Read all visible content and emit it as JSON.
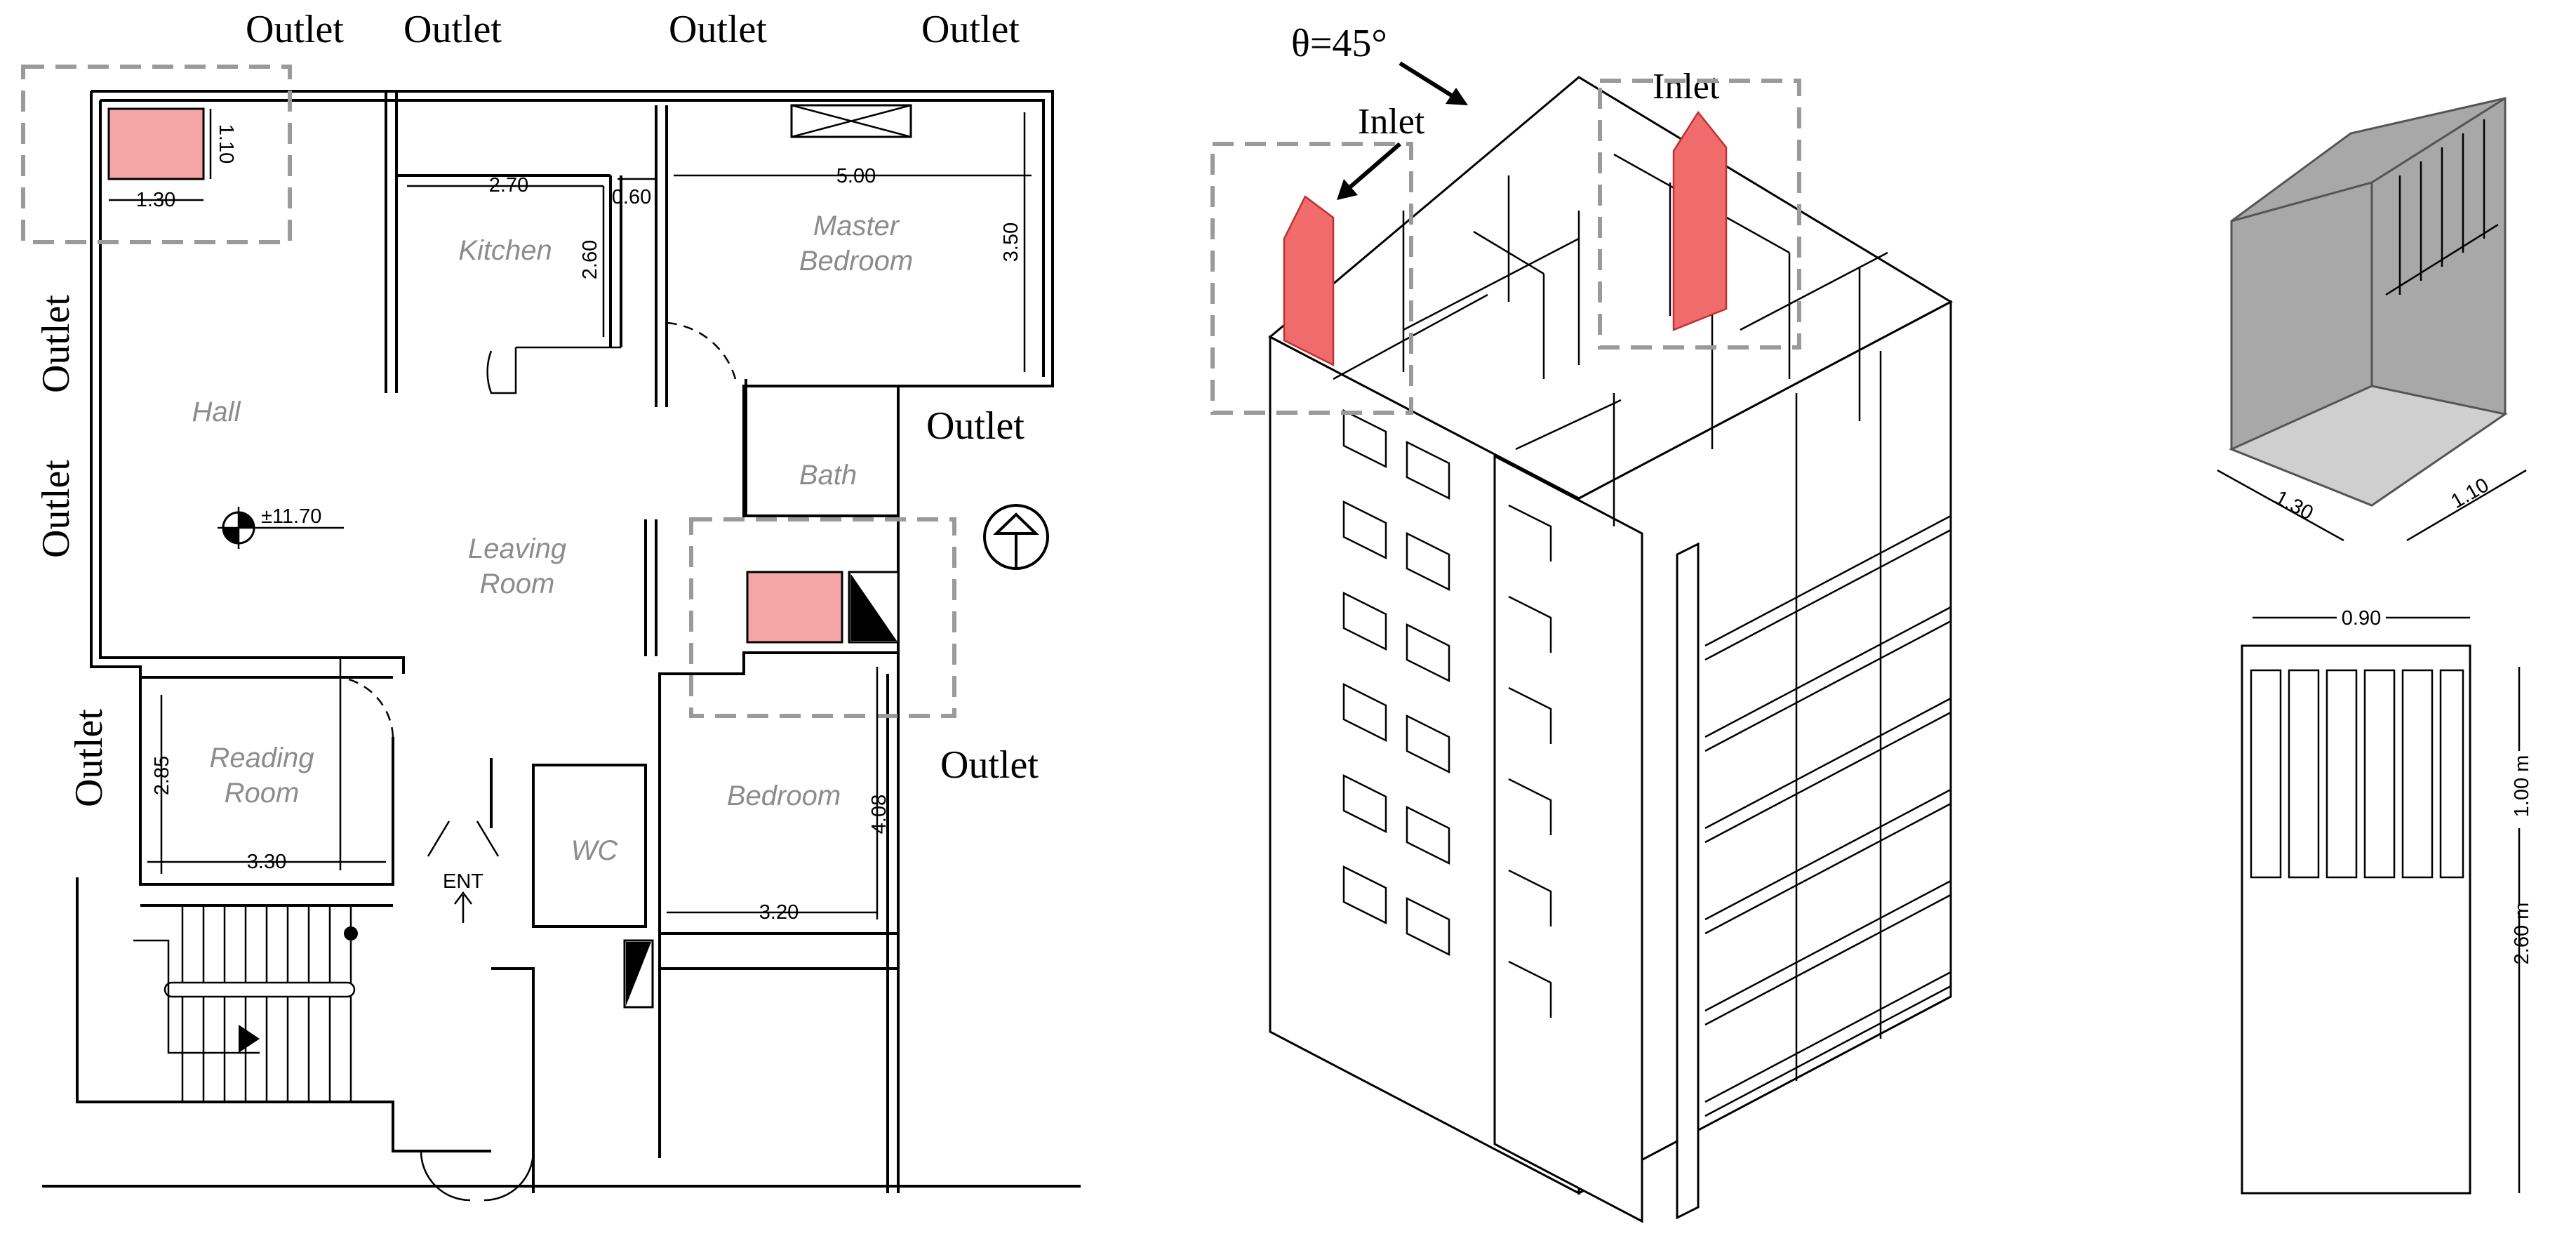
{
  "floor_plan": {
    "outlet_labels": [
      "Outlet",
      "Outlet",
      "Outlet",
      "Outlet",
      "Outlet",
      "Outlet",
      "Outlet",
      "Outlet",
      "Outlet"
    ],
    "rooms": {
      "hall": "Hall",
      "kitchen": "Kitchen",
      "master_bedroom_1": "Master",
      "master_bedroom_2": "Bedroom",
      "bath": "Bath",
      "leaving_room_1": "Leaving",
      "leaving_room_2": "Room",
      "reading_room_1": "Reading",
      "reading_room_2": "Room",
      "bedroom": "Bedroom",
      "wc": "WC"
    },
    "dimensions": {
      "shaft_w": "1.30",
      "shaft_d": "1.10",
      "kitchen_w": "2.70",
      "gap": "0.60",
      "master_w": "5.00",
      "kitchen_d": "2.60",
      "master_d": "3.50",
      "reading_d": "2.85",
      "reading_w": "3.30",
      "bedroom_d": "4.08",
      "bedroom_w": "3.20"
    },
    "level": "±11.70",
    "entrance": "ENT"
  },
  "isometric": {
    "angle": "θ=45°",
    "inlet_labels": [
      "Inlet",
      "Inlet"
    ]
  },
  "catcher": {
    "dim_w": "1.30",
    "dim_d": "1.10",
    "elev_w": "0.90",
    "elev_h1": "1.00 m",
    "elev_h2": "2.60 m"
  },
  "colors": {
    "shaft_fill": "#f4a6a6",
    "catcher_fill": "#f06b6b",
    "dashed_box": "#9a9a9a",
    "room_label": "#8c8c8c"
  }
}
